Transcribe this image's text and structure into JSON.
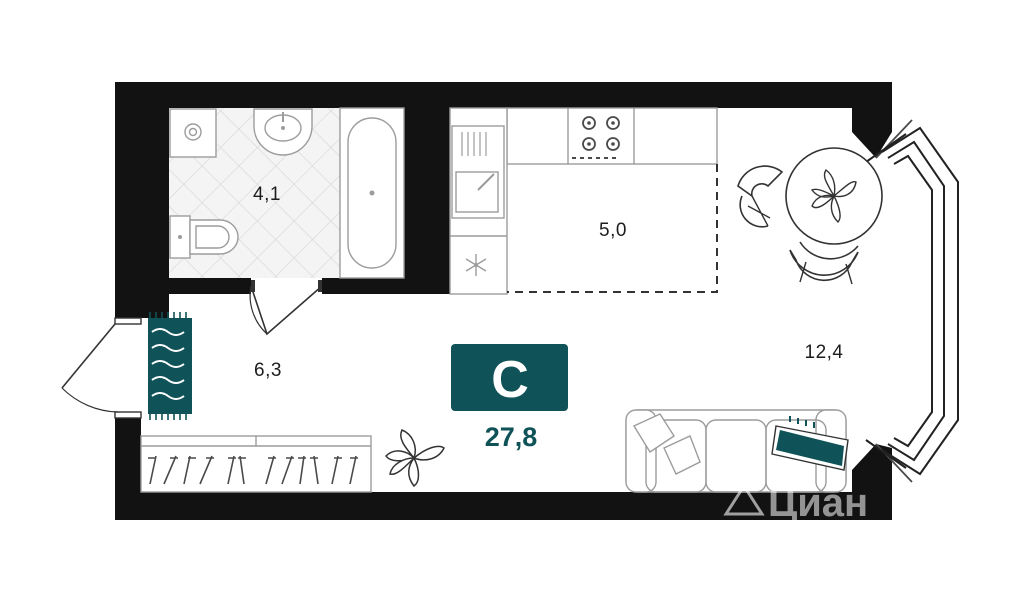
{
  "plan": {
    "unit_type": "С",
    "total_area": "27,8",
    "rooms": [
      {
        "id": "bathroom",
        "area": "4,1"
      },
      {
        "id": "kitchen",
        "area": "5,0"
      },
      {
        "id": "hallway",
        "area": "6,3"
      },
      {
        "id": "living",
        "area": "12,4"
      }
    ],
    "watermark": "Циан",
    "colors": {
      "wall": "#121212",
      "accent": "#0f5257",
      "tile": "#e9e9e9",
      "line": "#9c9c9c"
    },
    "icons": [
      "washing-machine-icon",
      "sink-icon",
      "bathtub-icon",
      "toilet-icon",
      "kitchen-sink-icon",
      "stove-icon",
      "fridge-icon",
      "dining-table-icon",
      "chair-icon",
      "sofa-icon",
      "plaid-icon",
      "rug-icon",
      "wardrobe-icon",
      "houseplant-icon",
      "door-icon",
      "window-icon"
    ]
  }
}
